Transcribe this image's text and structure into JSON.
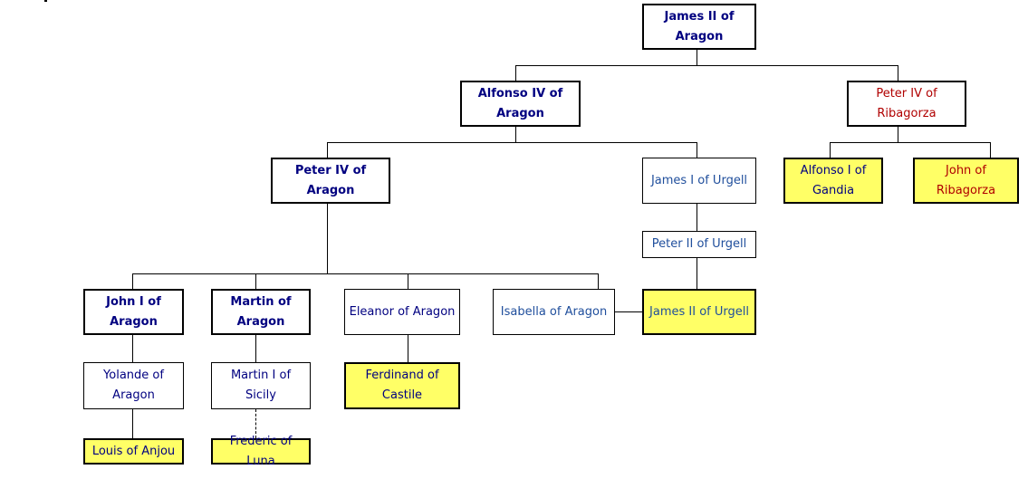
{
  "colors": {
    "heir_text": "#000080",
    "urgell_text": "#1f4e9c",
    "ribagorza_text": "#b00000",
    "highlight_fill": "#ffff66",
    "line": "#000000"
  },
  "nodes": {
    "james_ii_aragon": "James II of Aragon",
    "alfonso_iv_aragon": "Alfonso IV of Aragon",
    "peter_iv_ribagorza": "Peter IV of Ribagorza",
    "peter_iv_aragon": "Peter IV of Aragon",
    "james_i_urgell": "James I of Urgell",
    "alfonso_i_gandia": "Alfonso I of Gandia",
    "john_ribagorza": "John of Ribagorza",
    "peter_ii_urgell": "Peter II of Urgell",
    "john_i_aragon": "John I of Aragon",
    "martin_aragon": "Martin of Aragon",
    "eleanor_aragon": "Eleanor of Aragon",
    "isabella_aragon": "Isabella of Aragon",
    "james_ii_urgell": "James II of Urgell",
    "yolande_aragon": "Yolande of Aragon",
    "martin_i_sicily": "Martin I of Sicily",
    "ferdinand_castile": "Ferdinand of Castile",
    "louis_anjou": "Louis of Anjou",
    "frederic_luna": "Frederic of Luna"
  }
}
